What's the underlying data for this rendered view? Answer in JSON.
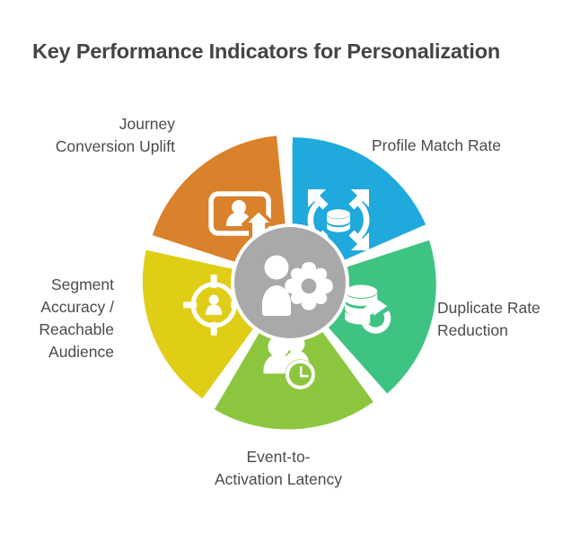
{
  "page": {
    "title": "Key Performance Indicators for Personalization",
    "background_color": "#ffffff",
    "title_color": "#444444"
  },
  "wheel": {
    "center_hub": {
      "icon": "user-gear-icon",
      "fill_color": "#a9a9a9",
      "ring_color": "#ffffff"
    },
    "segments": [
      {
        "id": "profile-match-rate",
        "label": "Profile Match Rate",
        "color": "#20a9dc",
        "icon": "data-expand-icon",
        "position": "right-top",
        "start_angle": 0,
        "end_angle": 72
      },
      {
        "id": "duplicate-rate-reduction",
        "label": "Duplicate Rate\nReduction",
        "color": "#3fc383",
        "icon": "database-refresh-icon",
        "position": "right-bottom",
        "start_angle": 72,
        "end_angle": 144
      },
      {
        "id": "event-to-activation-latency",
        "label": "Event-to-\nActivation Latency",
        "color": "#8cc63f",
        "icon": "users-clock-icon",
        "position": "bottom",
        "start_angle": 144,
        "end_angle": 216
      },
      {
        "id": "segment-accuracy-reachable-audience",
        "label": "Segment\nAccuracy /\nReachable\nAudience",
        "color": "#e0ce16",
        "icon": "target-user-icon",
        "position": "left-bottom",
        "start_angle": 216,
        "end_angle": 288
      },
      {
        "id": "journey-conversion-uplift",
        "label": "Journey\nConversion Uplift",
        "color": "#d9822b",
        "icon": "profile-uplift-icon",
        "position": "left-top",
        "start_angle": 288,
        "end_angle": 360
      }
    ]
  },
  "chart_data": {
    "type": "pie",
    "title": "Key Performance Indicators for Personalization",
    "categories": [
      "Profile Match Rate",
      "Duplicate Rate Reduction",
      "Event-to-Activation Latency",
      "Segment Accuracy / Reachable Audience",
      "Journey Conversion Uplift"
    ],
    "values": [
      20,
      20,
      20,
      20,
      20
    ],
    "colors": [
      "#20a9dc",
      "#3fc383",
      "#8cc63f",
      "#e0ce16",
      "#d9822b"
    ],
    "legend": "outside-labels",
    "grid": false,
    "note": "Donut-style wheel of five equal 72-degree segments with a gray center hub"
  }
}
